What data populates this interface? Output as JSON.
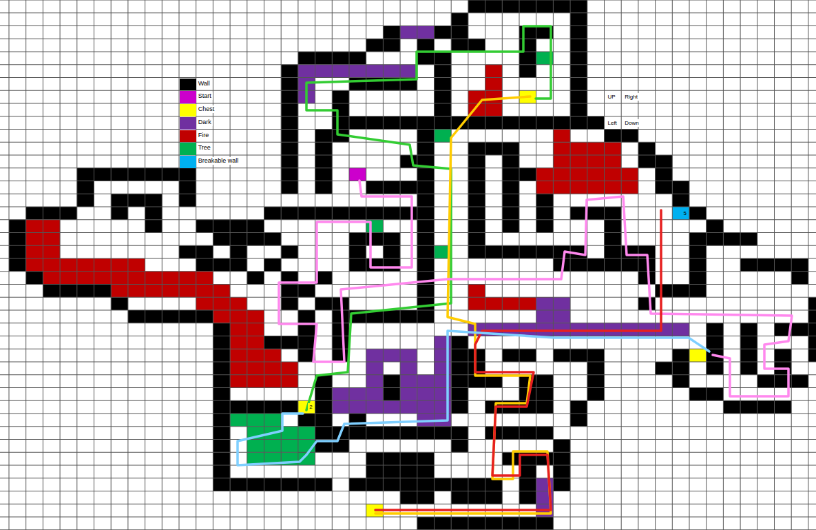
{
  "diagram": {
    "labels": [
      "UP",
      "Right",
      "Left",
      "Down",
      "2",
      "5"
    ],
    "legend": [
      {
        "text": "Wall",
        "color": "#000000"
      },
      {
        "text": "Start",
        "color": "#cc00cc"
      },
      {
        "text": "Chest",
        "color": "#ffff00"
      },
      {
        "text": "Dark",
        "color": "#7030a0"
      },
      {
        "text": "Fire",
        "color": "#c00000"
      },
      {
        "text": "Tree",
        "color": "#00b050"
      },
      {
        "text": "Breakable wall",
        "color": "#00b0f0"
      }
    ]
  }
}
